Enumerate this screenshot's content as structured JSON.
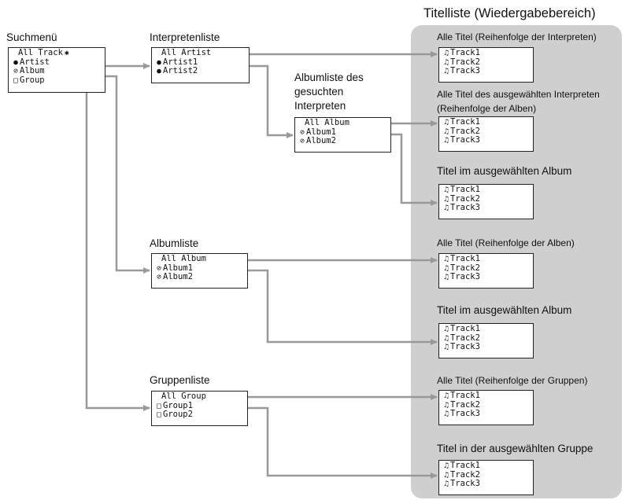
{
  "region_title": "Titelliste (Wiedergabebereich)",
  "columns": {
    "search_menu": "Suchmenü",
    "artist_list": "Interpretenliste",
    "artist_album_list": "Albumliste des gesuchten Interpreten",
    "album_list": "Albumliste",
    "group_list": "Gruppenliste"
  },
  "search_menu_items": [
    "All Track",
    "Artist",
    "Album",
    "Group"
  ],
  "artist_items": [
    "All Artist",
    "Artist1",
    "Artist2"
  ],
  "artist_album_items": [
    "All Album",
    "Album1",
    "Album2"
  ],
  "album_items": [
    "All Album",
    "Album1",
    "Album2"
  ],
  "group_items": [
    "All Group",
    "Group1",
    "Group2"
  ],
  "track_items": [
    "Track1",
    "Track2",
    "Track3"
  ],
  "tracklist_captions": [
    "Alle Titel (Reihenfolge der Interpreten)",
    "Alle Titel des ausgewählten Interpreten (Reihenfolge der Alben)",
    "Titel im ausgewählten Album",
    "Alle Titel (Reihenfolge der Alben)",
    "Titel im ausgewählten Album",
    "Alle Titel (Reihenfolge der Gruppen)",
    "Titel in der ausgewählten Gruppe"
  ],
  "icons": {
    "artist": "person-icon",
    "album": "disc-icon",
    "group": "folder-icon",
    "track": "music-note-icon",
    "all_track_marker": "asterisk-icon"
  },
  "colors": {
    "region_background": "#cfcfcf",
    "arrow": "#999999",
    "box_border": "#222222"
  }
}
